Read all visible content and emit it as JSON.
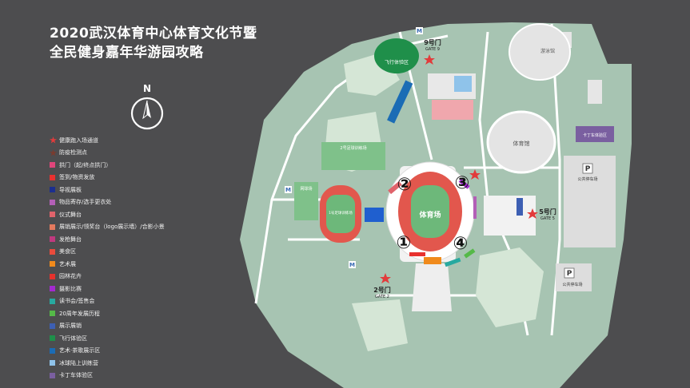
{
  "title": {
    "line1": "2020武汉体育中心体育文化节暨",
    "line2": "全民健身嘉年华游园攻略"
  },
  "compass_letter": "N",
  "legend": [
    {
      "label": "健康跑入场通道",
      "color": "#e23b3b",
      "marker": "star"
    },
    {
      "label": "防疫检测点",
      "color": "#7a3b2e",
      "marker": "star"
    },
    {
      "label": "拱门（起/终点拱门）",
      "color": "#e0457b",
      "marker": "square"
    },
    {
      "label": "签到/物资发放",
      "color": "#e8312f",
      "marker": "square"
    },
    {
      "label": "导视展板",
      "color": "#1c2f8f",
      "marker": "square"
    },
    {
      "label": "物品寄存/选手更衣处",
      "color": "#b35fb7",
      "marker": "square"
    },
    {
      "label": "仪式舞台",
      "color": "#e0636b",
      "marker": "square"
    },
    {
      "label": "展销展示/领奖台（logo展示墙）/合影小景",
      "color": "#e57a5e",
      "marker": "square"
    },
    {
      "label": "发枪舞台",
      "color": "#c0397f",
      "marker": "square"
    },
    {
      "label": "美食区",
      "color": "#e94b3c",
      "marker": "square"
    },
    {
      "label": "艺术展",
      "color": "#f08a1c",
      "marker": "square"
    },
    {
      "label": "园林花卉",
      "color": "#e5322d",
      "marker": "square"
    },
    {
      "label": "摄影比赛",
      "color": "#a32ad0",
      "marker": "square"
    },
    {
      "label": "读书会/签售会",
      "color": "#27a9a0",
      "marker": "square"
    },
    {
      "label": "20周年发展历程",
      "color": "#55b948",
      "marker": "square"
    },
    {
      "label": "展示展销",
      "color": "#3d5fb3",
      "marker": "square"
    },
    {
      "label": "飞行体验区",
      "color": "#1f8f4a",
      "marker": "square"
    },
    {
      "label": "艺术·茶歌展示区",
      "color": "#1b6cb5",
      "marker": "square"
    },
    {
      "label": "冰球陆上训练营",
      "color": "#8fc3ea",
      "marker": "square"
    },
    {
      "label": "卡丁车体验区",
      "color": "#7a5fa0",
      "marker": "square"
    }
  ],
  "map": {
    "gate9": "9号门",
    "gate9_en": "GATE 9",
    "gate5": "5号门",
    "gate5_en": "GATE 5",
    "gate2": "2号门",
    "gate2_en": "GATE 2",
    "flight_zone": "飞行体验区",
    "karting_zone": "卡丁车体验区",
    "stadium": "体育场",
    "pool": "游泳馆",
    "gym": "体育馆",
    "field2": "2号足球训练场",
    "field1": "1号足球训练场",
    "tennis": "网球场",
    "parking_public": "公共停车场",
    "parking_public2": "公共停车场",
    "parking_letter": "P",
    "metro_letter": "M",
    "circle_numbers": [
      "①",
      "②",
      "③",
      "④"
    ]
  }
}
